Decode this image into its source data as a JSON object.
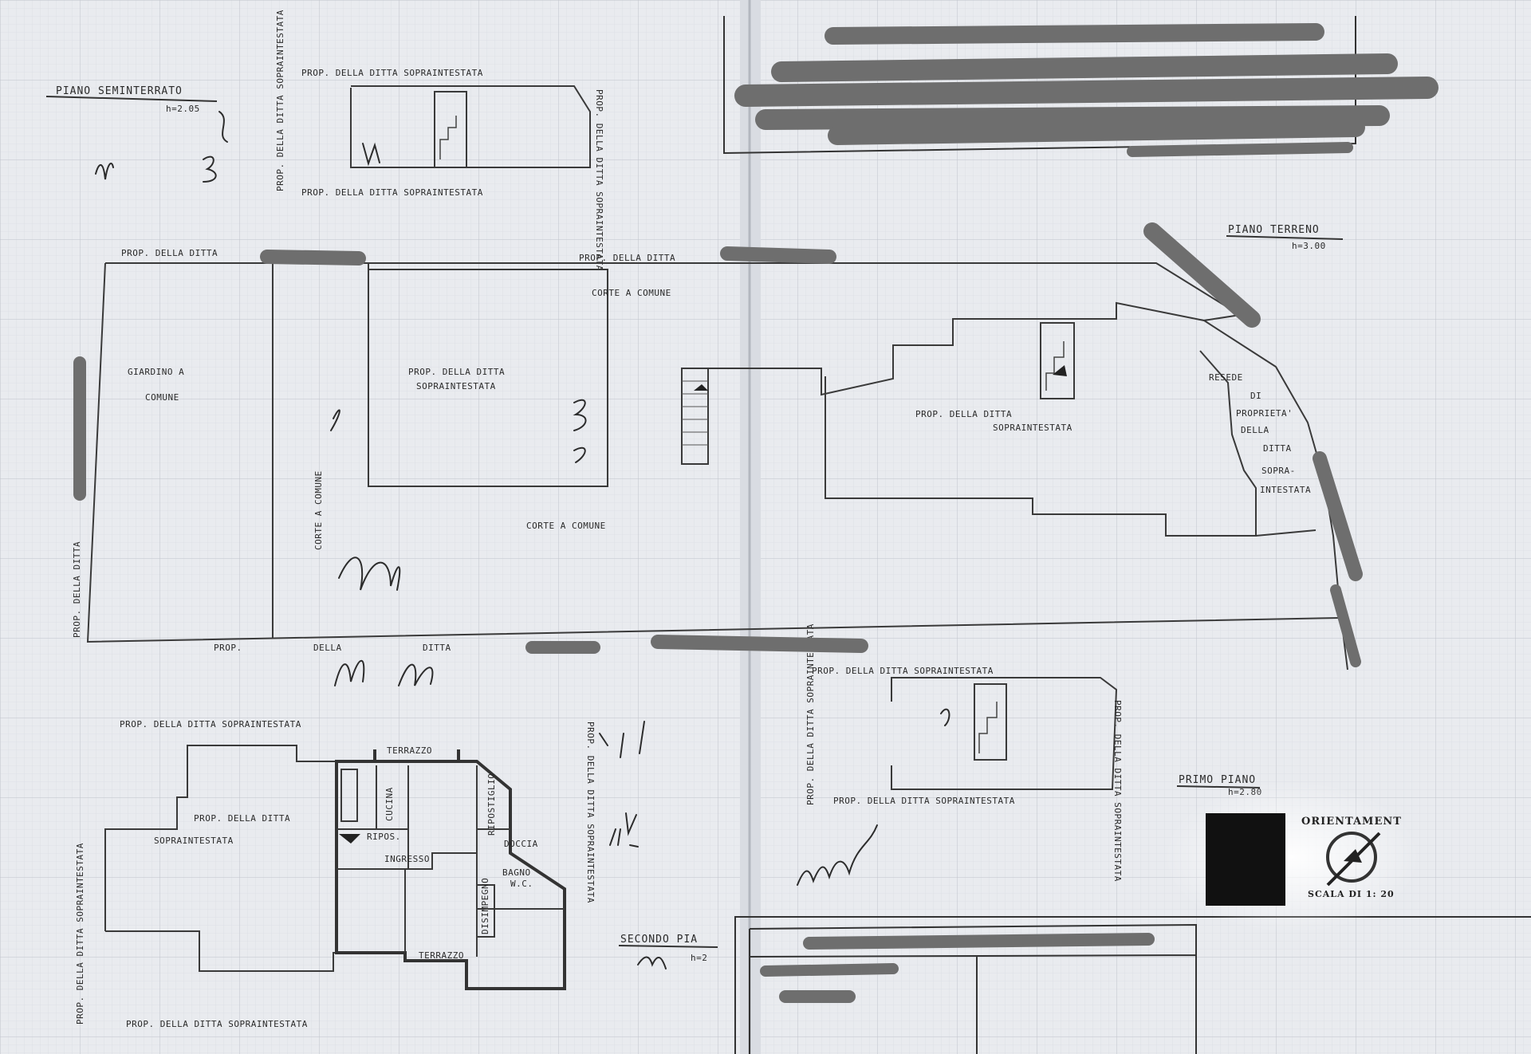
{
  "semi_basement": {
    "title": "PIANO SEMINTERRATO",
    "height": "h=2.05",
    "labels": {
      "top": "PROP. DELLA DITTA SOPRAINTESTATA",
      "bottom": "PROP. DELLA DITTA SOPRAINTESTATA",
      "left": "PROP. DELLA DITTA SOPRAINTESTATA",
      "right": "PROP. DELLA DITTA SOPRAINTESTATA"
    }
  },
  "ground_floor": {
    "title": "PIANO TERRENO",
    "height": "h=3.00",
    "labels": {
      "top_left": "PROP. DELLA DITTA",
      "top_right": "PROP. DELLA DITTA",
      "corte_top": "CORTE A COMUNE",
      "giardino_1": "GIARDINO A",
      "giardino_2": "COMUNE",
      "prop_center_1": "PROP. DELLA DITTA",
      "prop_center_2": "SOPRAINTESTATA",
      "corte_vertical": "CORTE A COMUNE",
      "corte_bottom": "CORTE A COMUNE",
      "left_side": "PROP. DELLA DITTA",
      "bottom_1": "PROP.",
      "bottom_2": "DELLA",
      "bottom_3": "DITTA",
      "prop_right_1": "PROP. DELLA DITTA",
      "prop_right_2": "SOPRAINTESTATA",
      "resede": [
        "RESEDE",
        "DI",
        "PROPRIETA'",
        "DELLA",
        "DITTA",
        "SOPRA-",
        "INTESTATA"
      ]
    }
  },
  "first_floor": {
    "title": "PRIMO PIANO",
    "height": "h=2.80",
    "labels": {
      "top": "PROP. DELLA DITTA SOPRAINTESTATA",
      "bottom": "PROP. DELLA DITTA SOPRAINTESTATA",
      "left": "PROP. DELLA DITTA SOPRAINTESTATA",
      "right": "PROP. DELLA DITTA SOPRAINTESTATA"
    }
  },
  "second_floor": {
    "title": "SECONDO PIA",
    "height": "h=2",
    "labels": {
      "top": "PROP. DELLA DITTA SOPRAINTESTATA",
      "bottom": "PROP. DELLA DITTA SOPRAINTESTATA",
      "left": "PROP. DELLA DITTA SOPRAINTESTATA",
      "right": "PROP. DELLA DITTA SOPRAINTESTATA",
      "inner_1": "PROP. DELLA DITTA",
      "inner_2": "SOPRAINTESTATA"
    },
    "rooms": [
      "TERRAZZO",
      "CUCINA",
      "RIPOS.",
      "INGRESSO",
      "RIPOSTIGLIO",
      "DOCCIA",
      "BAGNO",
      "W.C.",
      "DISIMPEGNO",
      "TERRAZZO"
    ]
  },
  "orientation": {
    "title": "ORIENTAMENT",
    "scale": "SCALA DI 1: 20"
  },
  "colors": {
    "paper": "#e9ebef",
    "ink": "#2a2a2a",
    "grid": "#c3c7cf",
    "redaction": "#6e6e6e"
  }
}
